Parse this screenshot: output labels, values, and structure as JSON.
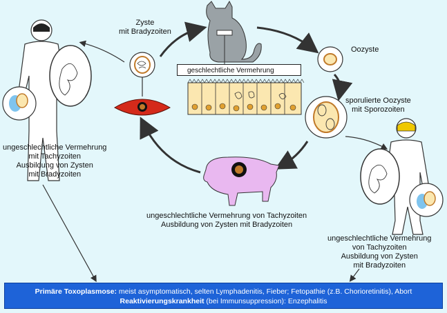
{
  "labels": {
    "cyst": [
      "Zyste",
      "mit Bradyzoiten"
    ],
    "oocyst": "Oozyste",
    "sporulated": [
      "sporulierte Oozyste",
      "mit Sporozoiten"
    ],
    "sexual": "geschlechtliche Vermehrung",
    "human_left": [
      "ungeschlechtliche Vermehrung",
      "mit Tachyzoiten",
      "Ausbildung von Zysten",
      "mit Bradyzoiten"
    ],
    "pig": [
      "ungeschlechtliche Vermehrung von Tachyzoiten",
      "Ausbildung von Zysten mit Bradyzoiten"
    ],
    "human_right": [
      "ungeschlechtliche Vermehrung",
      "von Tachyzoiten",
      "Ausbildung von Zysten",
      "mit Bradyzoiten"
    ]
  },
  "infobox": {
    "line1_bold": "Primäre Toxoplasmose:",
    "line1_text": " meist asymptomatisch, selten Lymphadenitis, Fieber; Fetopathie (z.B. Chorioretinitis), Abort",
    "line2_bold": "Reaktivierungskrankheit",
    "line2_text": " (bei Immunsuppression):  Enzephalitis"
  },
  "colors": {
    "background": "#e3f7fb",
    "infobox": "#1e63d8",
    "pig": "#e9b8f0",
    "muscle": "#d42a1a",
    "cyst_brown": "#c07a2a",
    "placenta_blue": "#7fc4ee",
    "gut_cells": "#fbe7b0",
    "human_head": "#f0c800"
  }
}
